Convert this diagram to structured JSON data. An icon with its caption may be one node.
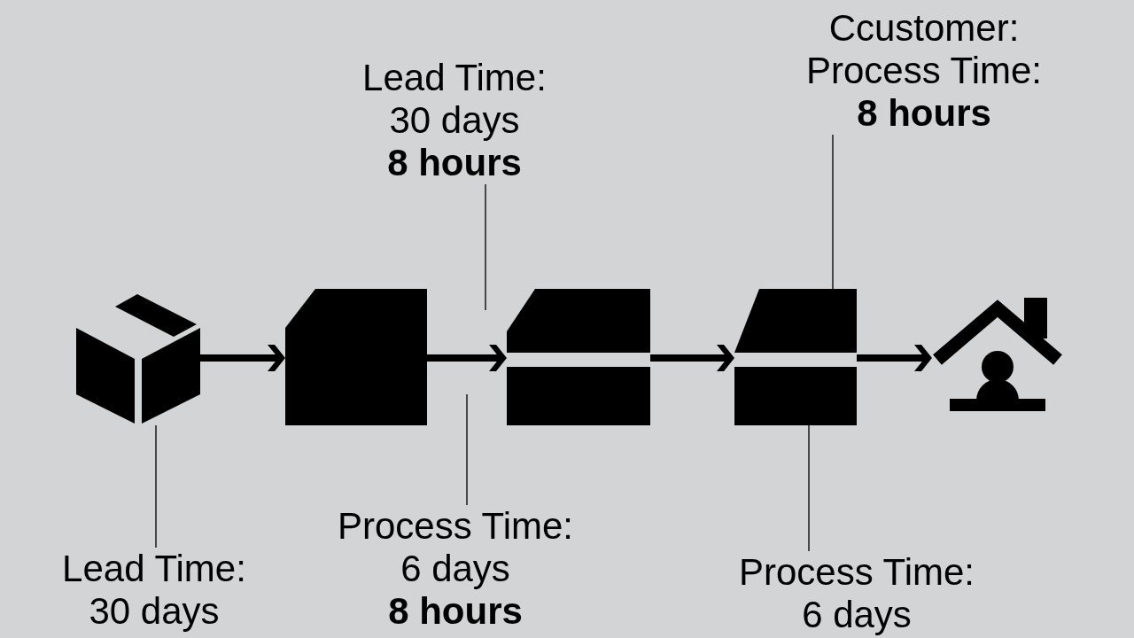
{
  "diagram": {
    "nodes": [
      {
        "text": [],
        "shape": "picture"
      },
      {
        "text": [],
        "shape": "box"
      },
      {
        "text": [],
        "shape": "picture"
      },
      {
        "text": [],
        "shape": "picture"
      },
      {
        "text": [],
        "shape": "picture"
      },
      {
        "text": [
          "Lead Time: 30 days",
          "8 hours"
        ]
      },
      {
        "text": [
          "Ccustomer: Process Time:",
          "8 hours"
        ]
      },
      {
        "text": [
          "Lead Time: 30 days"
        ]
      },
      {
        "text": [
          "Process Time: 6 days",
          "8 hours"
        ]
      },
      {
        "text": [
          "Process Time: 6 days"
        ]
      }
    ],
    "edges": [
      {
        "from": 0,
        "to": 1,
        "arrow": "to",
        "style": "thick"
      },
      {
        "from": 1,
        "to": 2,
        "arrow": "to",
        "style": "thick"
      },
      {
        "from": 2,
        "to": 3,
        "arrow": "to",
        "style": "thick"
      },
      {
        "from": 3,
        "to": 4,
        "arrow": "to",
        "style": "thick"
      },
      {
        "from": 5,
        "to": null,
        "arrow": "none"
      },
      {
        "from": 6,
        "to": 3,
        "arrow": "none"
      },
      {
        "from": 7,
        "to": 0,
        "arrow": "none"
      },
      {
        "from": 8,
        "to": null,
        "arrow": "none"
      },
      {
        "from": 9,
        "to": 3,
        "arrow": "none"
      }
    ]
  }
}
